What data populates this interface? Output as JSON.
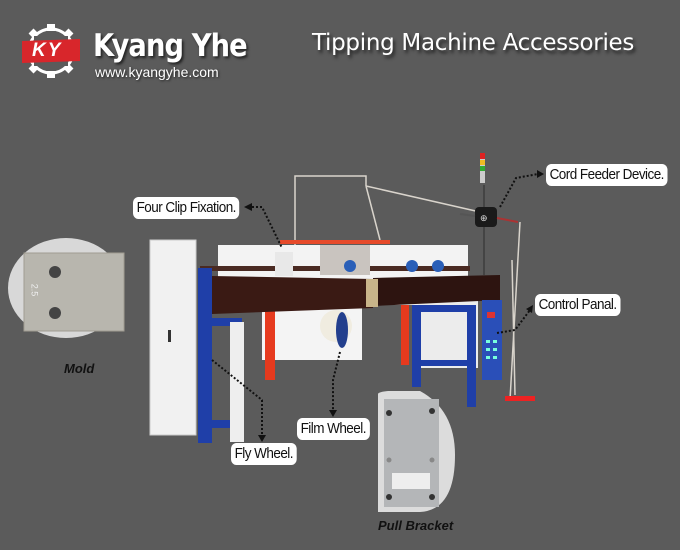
{
  "header": {
    "logo_text": "KY",
    "brand_name": "Kyang Yhe",
    "website": "www.kyangyhe.com",
    "title": "Tipping Machine Accessories"
  },
  "callouts": {
    "four_clip": "Four Clip Fixation.",
    "cord_feeder": "Cord Feeder Device.",
    "control_panel": "Control Panal.",
    "film_wheel": "Film Wheel.",
    "fly_wheel": "Fly Wheel."
  },
  "accessories": {
    "mold": {
      "caption": "Mold",
      "stamp": "2.5"
    },
    "pull_bracket": {
      "caption": "Pull Bracket"
    }
  },
  "colors": {
    "background": "#5b5b5b",
    "logo_red": "#d8262b",
    "frame_blue": "#1f3fa8",
    "beam_dark": "#3a1a14",
    "accent_red": "#e63a1e"
  }
}
